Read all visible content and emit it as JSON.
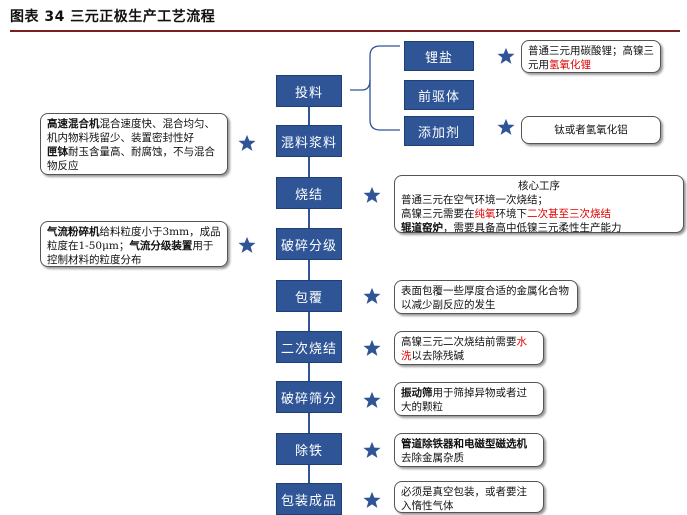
{
  "title": "图表 34 三元正极生产工艺流程",
  "colors": {
    "box": "#2f5597",
    "star": "#2f5597",
    "red_text": "#e00000",
    "title_rule": "#7a1f1f"
  },
  "steps": [
    "投料",
    "混料浆料",
    "烧结",
    "破碎分级",
    "包覆",
    "二次烧结",
    "破碎筛分",
    "除铁",
    "包装成品"
  ],
  "materials": [
    "锂盐",
    "前驱体",
    "添加剂"
  ],
  "notes": {
    "lithium": {
      "part1": "普通三元用碳酸锂；高镍三元用",
      "part2_red": "氢氧化锂"
    },
    "additive": {
      "text": "钛或者氢氧化铝"
    },
    "mixing": {
      "bold1": "高速混合机",
      "text1": "混合速度快、混合均匀、机内物料残留少、装置密封性好",
      "bold2": "匣钵",
      "text2": "耐玉含量高、耐腐蚀，不与混合物反应"
    },
    "sinter": {
      "heading": "核心工序",
      "line1": "普通三元在空气环境一次烧结；",
      "line2_pre": "高镍三元需要在",
      "line2_red1": "纯氧",
      "line2_mid": "环境下",
      "line2_red2": "二次甚至三次烧结",
      "bold3": "辊道窑炉",
      "line3": "，需要具备高中低镍三元柔性生产能力"
    },
    "crush": {
      "bold1": "气流粉碎机",
      "text1": "给料粒度小于3mm，成品粒度在1-50μm；",
      "bold2": "气流分级装置",
      "text2": "用于控制材料的粒度分布"
    },
    "coating": {
      "text": "表面包覆一些厚度合适的金属化合物以减少副反应的发生"
    },
    "second_sinter": {
      "pre": "高镍三元二次烧结前需要",
      "red": "水洗",
      "post": "以去除残碱"
    },
    "screening": {
      "bold": "振动筛",
      "text": "用于筛掉异物或者过大的颗粒"
    },
    "iron": {
      "bold": "管道除铁器和电磁型磁选机",
      "text": "去除金属杂质"
    },
    "packing": {
      "text": "必须是真空包装，或者要注入惰性气体"
    }
  }
}
